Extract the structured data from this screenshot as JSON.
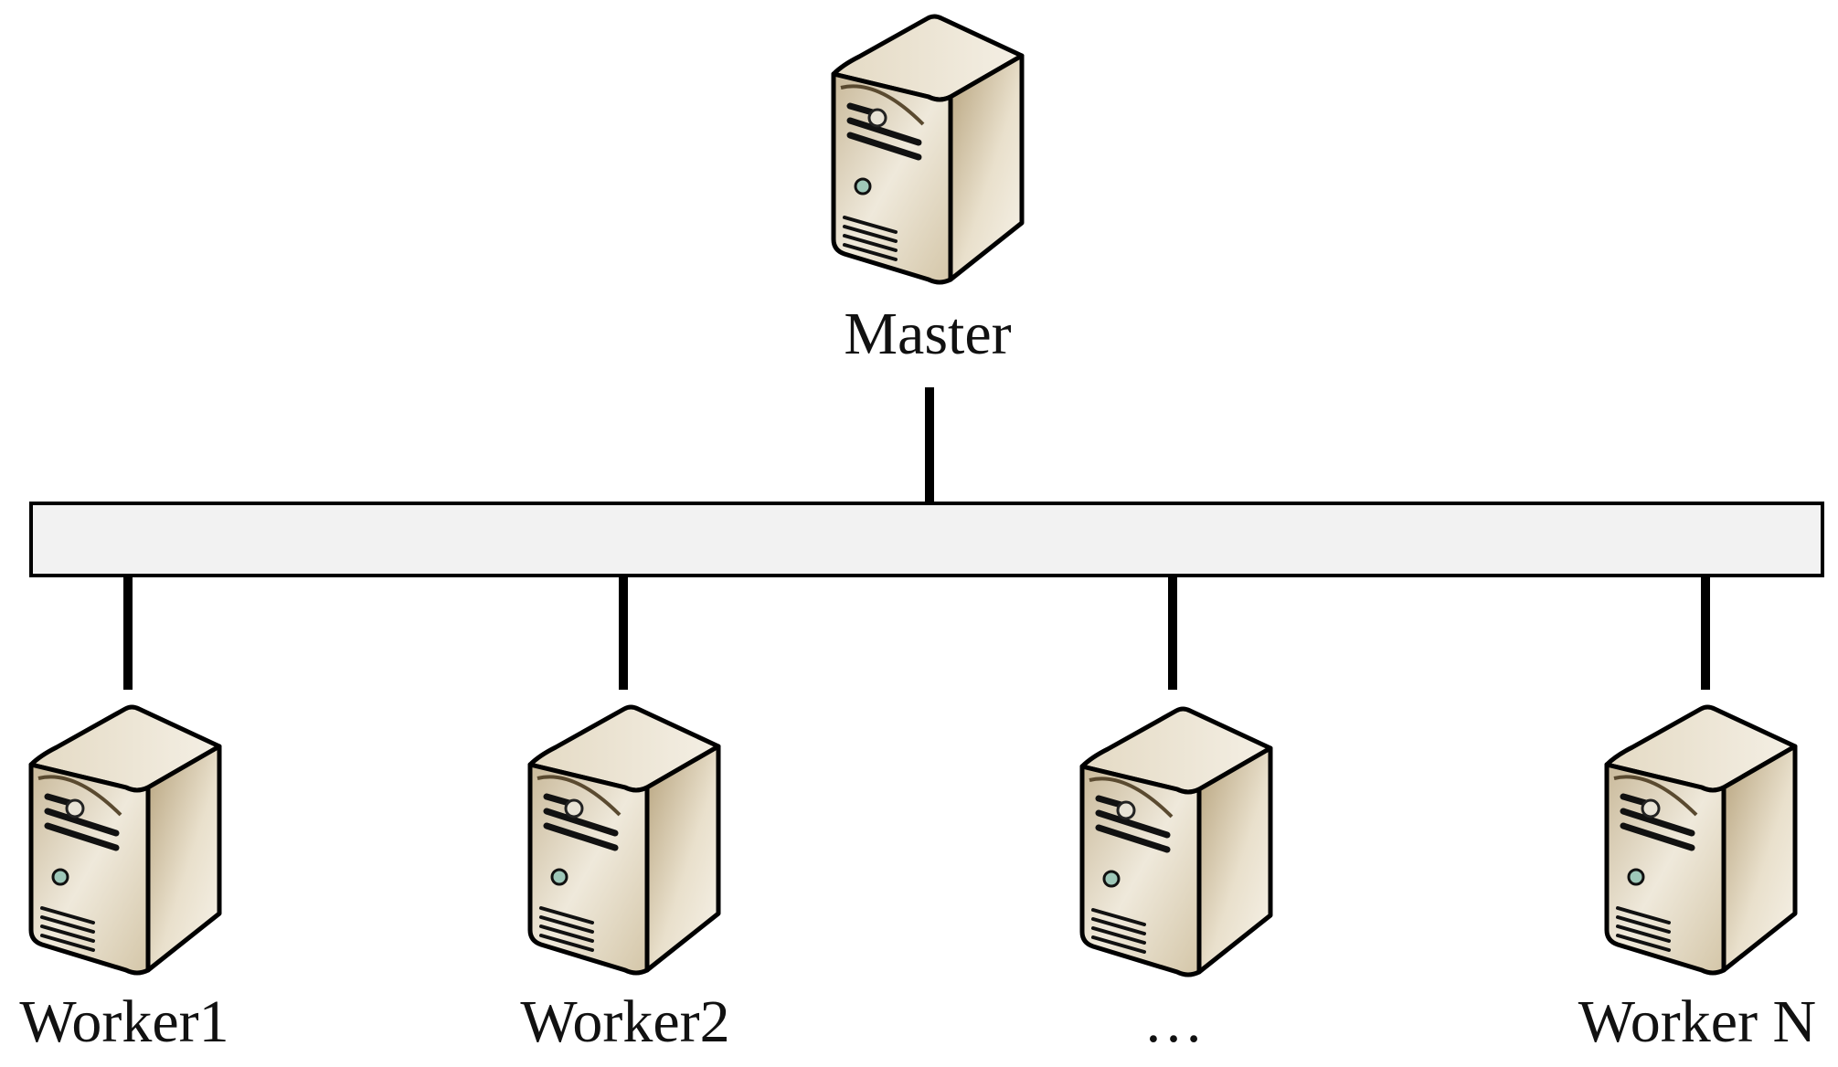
{
  "nodes": {
    "master": {
      "label": "Master",
      "icon": "server-icon"
    },
    "worker1": {
      "label": "Worker1",
      "icon": "server-icon"
    },
    "worker2": {
      "label": "Worker2",
      "icon": "server-icon"
    },
    "ellipsis": {
      "label": "…",
      "icon": "server-icon"
    },
    "workerN": {
      "label": "Worker N",
      "icon": "server-icon"
    }
  },
  "colors": {
    "bus_fill": "#f2f2f2",
    "line": "#000000",
    "server_front_light": "#f5f1e6",
    "server_front_dark": "#c7b89a",
    "server_side": "#b9a784",
    "server_top": "#ede7d8"
  }
}
